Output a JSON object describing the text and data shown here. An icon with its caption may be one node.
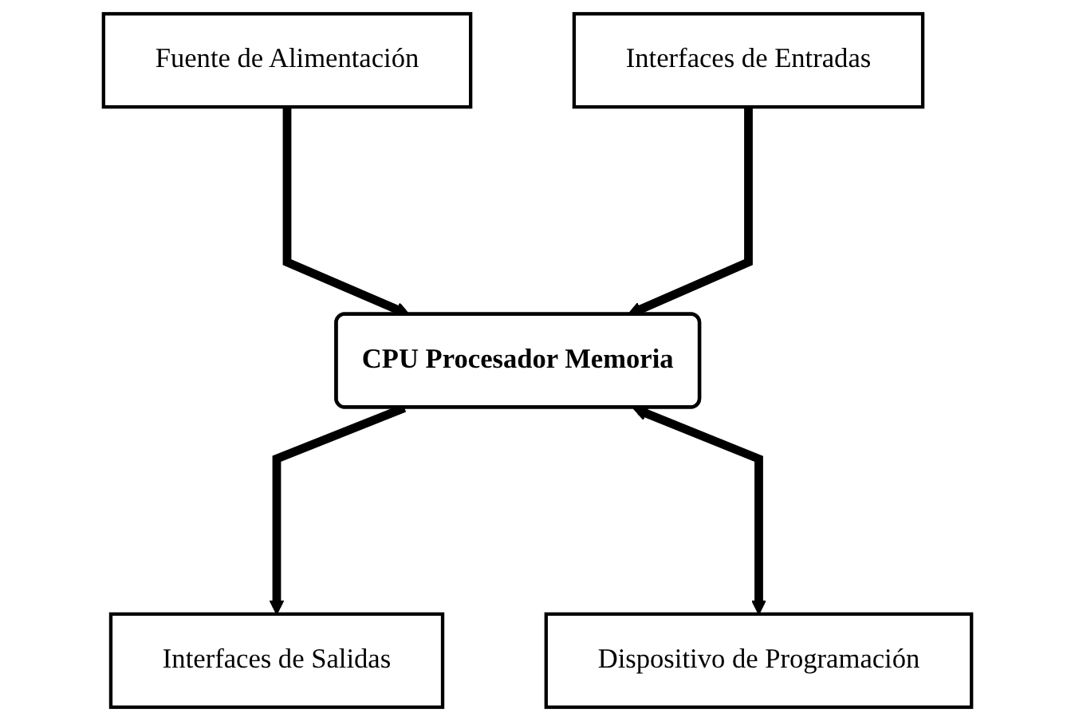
{
  "diagram": {
    "nodes": [
      {
        "text": [
          "Fuente de Alimentación"
        ]
      },
      {
        "text": [
          "Interfaces de Entradas"
        ]
      },
      {
        "text": [
          "CPU Procesador Memoria"
        ]
      },
      {
        "text": [
          "Interfaces de Salidas"
        ]
      },
      {
        "text": [
          "Dispositivo de Programación"
        ]
      }
    ],
    "edges": [
      {
        "from": 0,
        "to": 2,
        "arrow": "to"
      },
      {
        "from": 1,
        "to": 2,
        "arrow": "to"
      },
      {
        "from": 2,
        "to": 3,
        "arrow": "to"
      },
      {
        "from": 2,
        "to": 4,
        "arrow": "both"
      }
    ]
  }
}
